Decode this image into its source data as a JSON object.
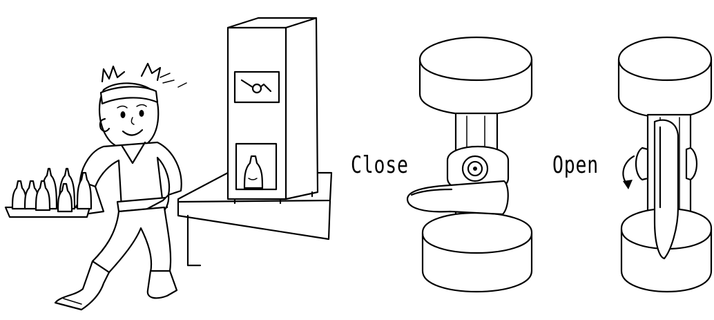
{
  "labels": {
    "close": "Close",
    "open": "Open"
  },
  "colors": {
    "ink": "#000000",
    "paper": "#ffffff"
  },
  "figures": {
    "worker": "worker-carrying-bottle-tray",
    "machine": "capping-machine-on-table",
    "valve_closed": "lever-valve-closed",
    "valve_open": "lever-valve-open",
    "arrow": "rotation-arrow-icon"
  }
}
